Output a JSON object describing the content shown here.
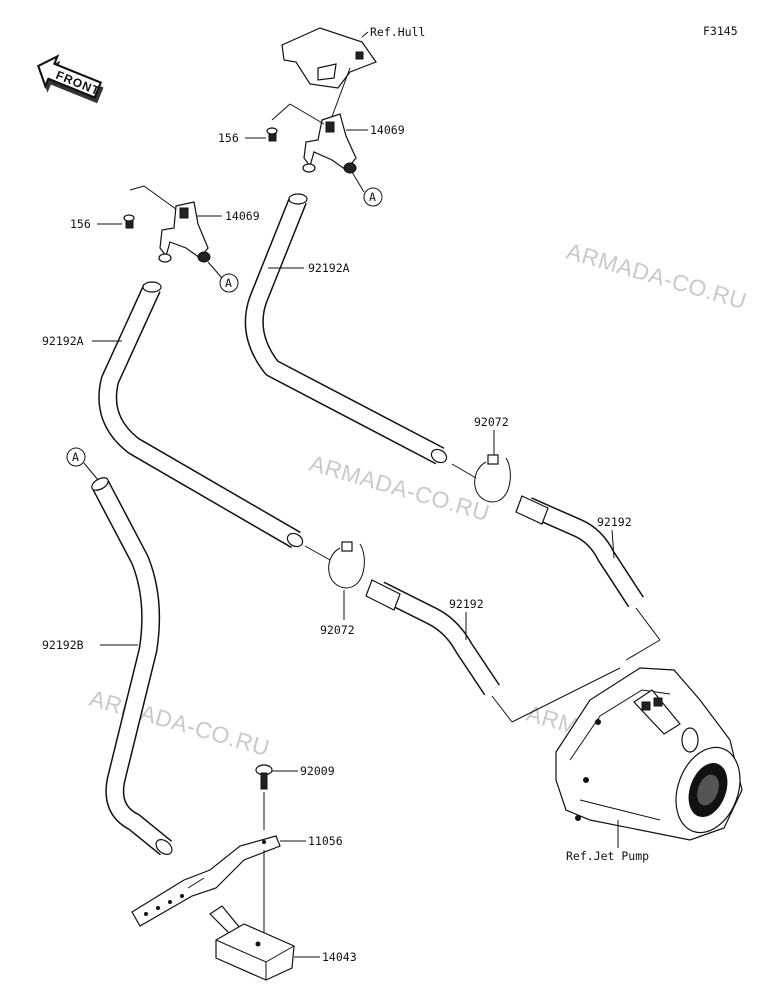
{
  "figure_code": "F3145",
  "front_label": "FRONT",
  "watermark": "ARMADA-CO.RU",
  "ref_labels": {
    "hull": "Ref.Hull",
    "jet_pump": "Ref.Jet Pump"
  },
  "callout_marker": "A",
  "part_labels": {
    "bolt_156_upper": "156",
    "fitting_14069_upper": "14069",
    "bolt_156_lower": "156",
    "fitting_14069_lower": "14069",
    "hose_92192a_upper": "92192A",
    "hose_92192a_lower": "92192A",
    "clamp_92072_upper": "92072",
    "clamp_92072_lower": "92072",
    "hose_92192_right": "92192",
    "hose_92192_middle": "92192",
    "hose_92192b": "92192B",
    "screw_92009": "92009",
    "bracket_11056": "11056",
    "strainer_14043": "14043"
  }
}
